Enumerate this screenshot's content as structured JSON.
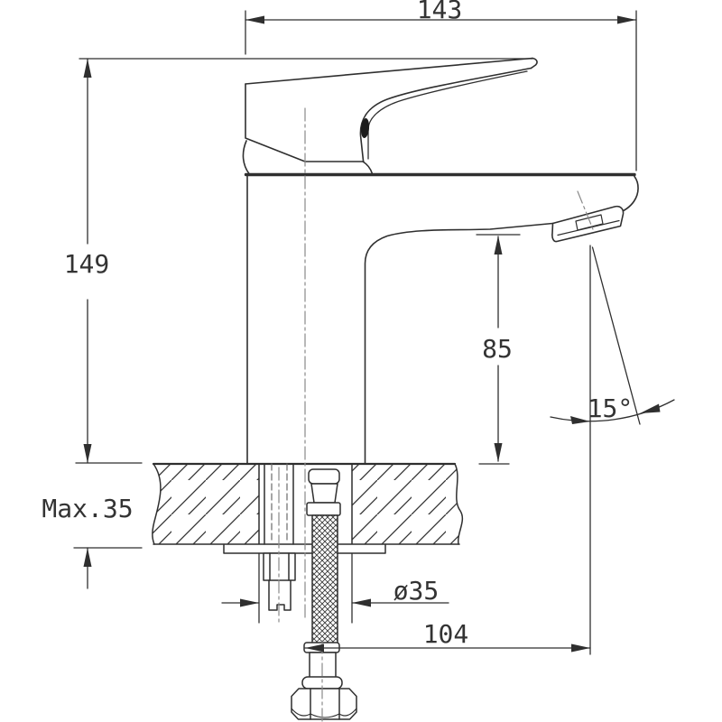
{
  "diagram": {
    "kind": "faucet-installation-technical-drawing",
    "colors": {
      "line": "#2f2f2f",
      "text": "#333333",
      "background": "#ffffff"
    },
    "labels": {
      "overall_width": "143",
      "total_height": "149",
      "spout_height": "85",
      "spout_angle": "15°",
      "max_deck_thickness": "Max.35",
      "hole_diameter": "ø35",
      "spout_reach": "104"
    }
  }
}
